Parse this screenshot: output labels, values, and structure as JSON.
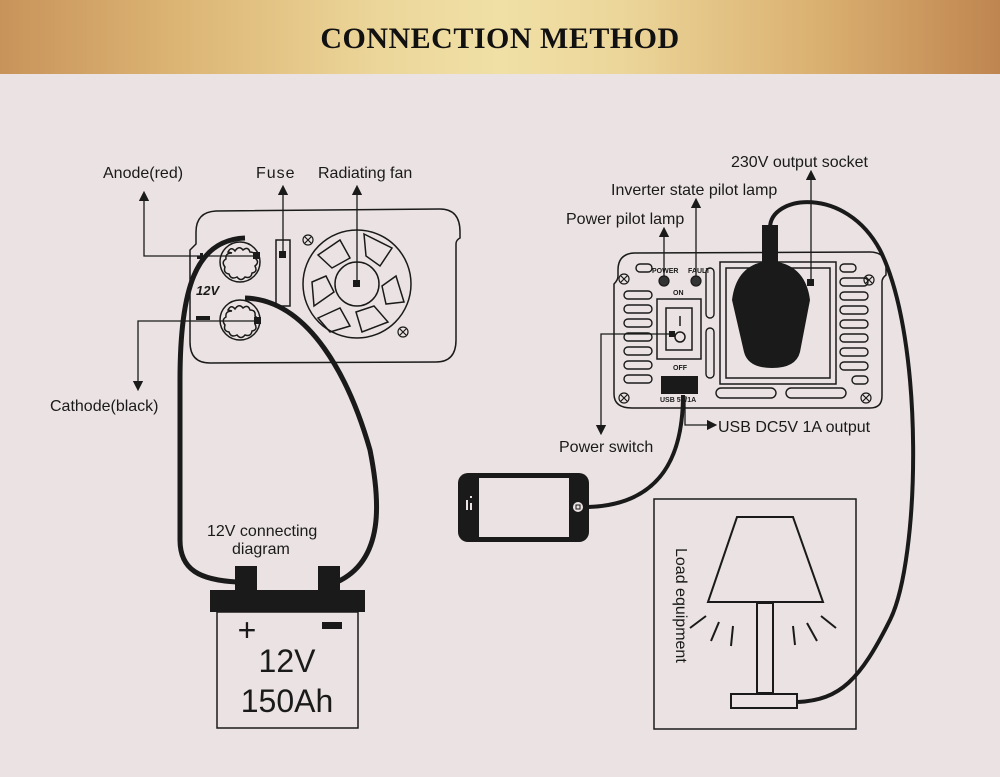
{
  "header": {
    "title": "CONNECTION METHOD"
  },
  "left_diagram": {
    "labels": {
      "anode": "Anode(red)",
      "fuse": "Fuse",
      "fan": "Radiating fan",
      "cathode": "Cathode(black)",
      "voltage_mark": "12V",
      "plus": "+",
      "minus": "−",
      "caption_line1": "12V connecting",
      "caption_line2": "diagram"
    },
    "battery": {
      "voltage": "12V",
      "capacity": "150Ah",
      "plus": "+",
      "minus": "−"
    }
  },
  "right_diagram": {
    "labels": {
      "socket": "230V output socket",
      "state_lamp": "Inverter state pilot lamp",
      "power_lamp": "Power pilot lamp",
      "power_switch": "Power switch",
      "usb_output": "USB DC5V 1A output",
      "load": "Load equipment"
    },
    "panel": {
      "power": "POWER",
      "fault": "FAULT",
      "on": "ON",
      "off": "OFF",
      "usb": "USB 5V/1A",
      "switch_mark": "I"
    }
  },
  "colors": {
    "ink": "#1a1a1a",
    "background": "#ebe3e3",
    "banner_gold": "#ecd69a"
  }
}
